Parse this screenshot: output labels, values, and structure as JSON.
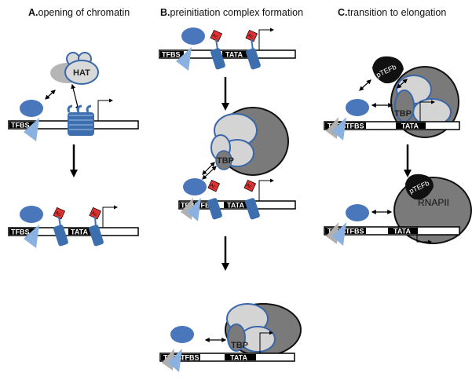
{
  "panels": [
    {
      "letter": "A.",
      "title": "opening of chromatin"
    },
    {
      "letter": "B.",
      "title": "preinitiation complex formation"
    },
    {
      "letter": "C.",
      "title": "transition to elongation"
    }
  ],
  "labels": {
    "tfbs": "TFBS",
    "tata": "TATA",
    "hat": "HAT",
    "tbp": "TBP",
    "ptefb": "pTEFb",
    "rnapii": "RNAPII",
    "ac": "Ac"
  },
  "colors": {
    "activator": "#4a76bb",
    "activator_light": "#8ab1e0",
    "histone": "#3d6fae",
    "hat_body": "#d9d9d9",
    "pol_dark": "#7a7a7a",
    "pol_light": "#d4d4d4",
    "ptefb": "#111111",
    "acetyl": "#e03030"
  }
}
